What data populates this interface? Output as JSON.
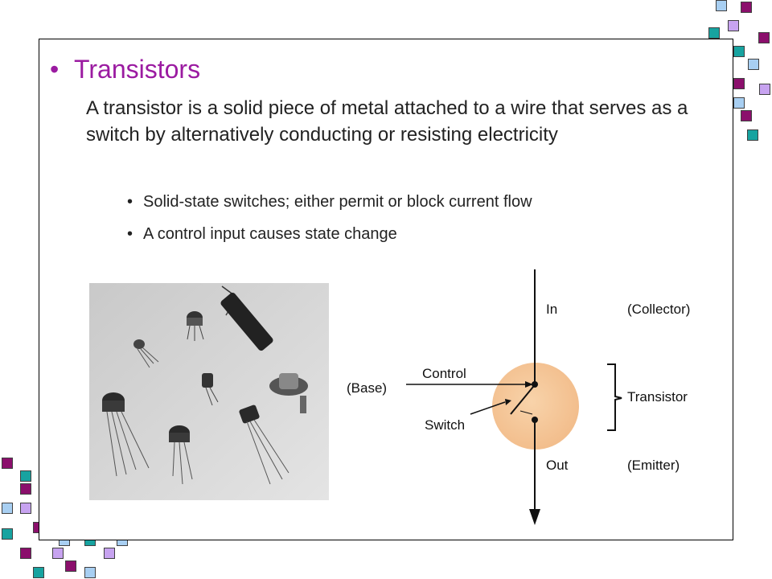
{
  "slide": {
    "title": "Transistors",
    "bullet_glyph": "•",
    "paragraph": "A transistor is a solid piece of metal attached to a wire that serves as a switch by alternatively conducting or resisting electricity",
    "sub_bullets": [
      "Solid-state switches; either permit or block current flow",
      "A control input causes state change"
    ]
  },
  "diagram": {
    "in": "In",
    "collector": "(Collector)",
    "control": "Control",
    "base": "(Base)",
    "transistor": "Transistor",
    "switch": "Switch",
    "out": "Out",
    "emitter": "(Emitter)"
  },
  "colors": {
    "title": "#9b1ba1",
    "magenta_square": "#8b0f6c",
    "teal_square": "#17a3a0",
    "sky_square": "#a8cff2",
    "lavender_square": "#c7a3f0",
    "transistor_disc": "#f6c99c"
  }
}
